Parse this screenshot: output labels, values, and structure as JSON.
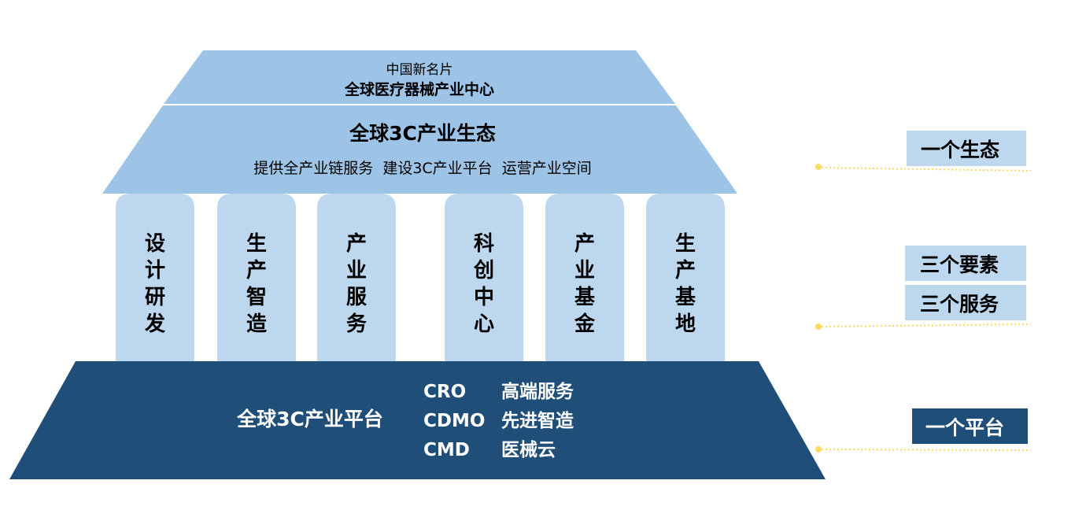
{
  "roof": {
    "top_subtitle": "中国新名片",
    "top_title": "全球医疗器械产业中心",
    "main_title": "全球3C产业生态",
    "main_subtitle": "提供全产业链服务  建设3C产业平台  运营产业空间"
  },
  "pillars": [
    {
      "chars": [
        "设",
        "计",
        "研",
        "发"
      ]
    },
    {
      "chars": [
        "生",
        "产",
        "智",
        "造"
      ]
    },
    {
      "chars": [
        "产",
        "业",
        "服",
        "务"
      ]
    },
    {
      "chars": [
        "科",
        "创",
        "中",
        "心"
      ]
    },
    {
      "chars": [
        "产",
        "业",
        "基",
        "金"
      ]
    },
    {
      "chars": [
        "生",
        "产",
        "基",
        "地"
      ]
    }
  ],
  "base": {
    "title": "全球3C产业平台",
    "services": [
      {
        "code": "CRO",
        "name": "高端服务"
      },
      {
        "code": "CDMO",
        "name": "先进智造"
      },
      {
        "code": "CMD",
        "name": "医械云"
      }
    ]
  },
  "labels": {
    "ecosystem": "一个生态",
    "elements": "三个要素",
    "services": "三个服务",
    "platform": "一个平台"
  },
  "colors": {
    "roof_fill": "#9dc3e6",
    "pillar_fill": "#bdd7ee",
    "base_fill": "#1f4e79",
    "label_light": "#bdd7ee",
    "label_dark": "#1f4e79",
    "connector": "#ffd966",
    "text_dark": "#000000",
    "text_light": "#ffffff"
  }
}
